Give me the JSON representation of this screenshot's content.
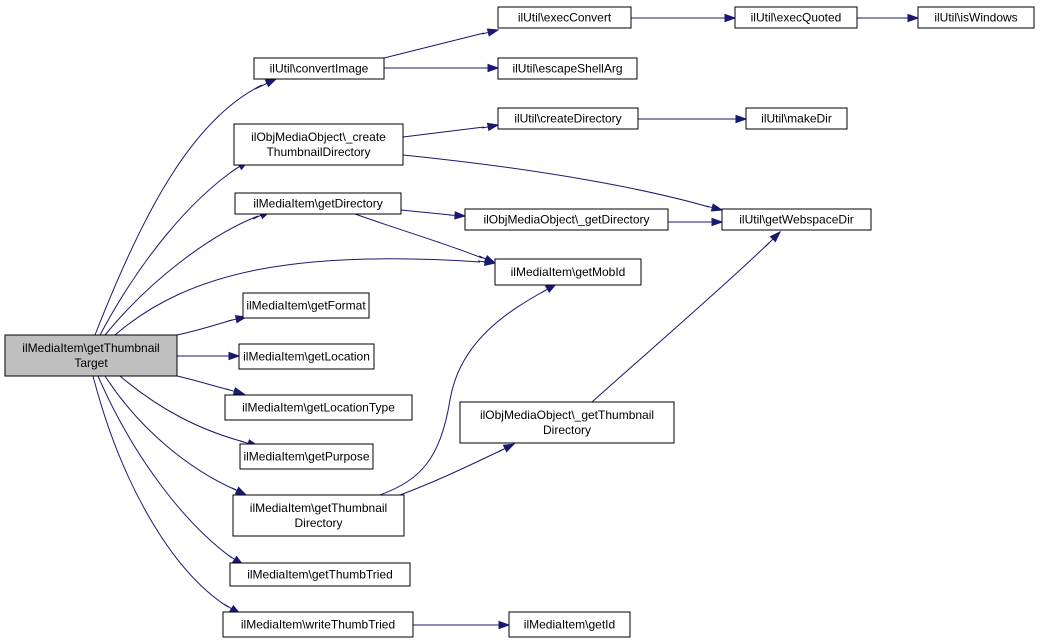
{
  "colors": {
    "edge": "#191970",
    "root_fill": "#bfbfbf",
    "node_fill": "#ffffff",
    "border": "#000000"
  },
  "nodes": {
    "root": [
      "ilMediaItem\\getThumbnail",
      "Target"
    ],
    "convertImage": [
      "ilUtil\\convertImage"
    ],
    "execConvert": [
      "ilUtil\\execConvert"
    ],
    "execQuoted": [
      "ilUtil\\execQuoted"
    ],
    "isWindows": [
      "ilUtil\\isWindows"
    ],
    "escapeShellArg": [
      "ilUtil\\escapeShellArg"
    ],
    "createThumbDir": [
      "ilObjMediaObject\\_create",
      "ThumbnailDirectory"
    ],
    "createDirectory": [
      "ilUtil\\createDirectory"
    ],
    "makeDir": [
      "ilUtil\\makeDir"
    ],
    "getDirectory": [
      "ilMediaItem\\getDirectory"
    ],
    "objGetDirectory": [
      "ilObjMediaObject\\_getDirectory"
    ],
    "getWebspaceDir": [
      "ilUtil\\getWebspaceDir"
    ],
    "getMobId": [
      "ilMediaItem\\getMobId"
    ],
    "getFormat": [
      "ilMediaItem\\getFormat"
    ],
    "getLocation": [
      "ilMediaItem\\getLocation"
    ],
    "getLocationType": [
      "ilMediaItem\\getLocationType"
    ],
    "objGetThumbDir": [
      "ilObjMediaObject\\_getThumbnail",
      "Directory"
    ],
    "getPurpose": [
      "ilMediaItem\\getPurpose"
    ],
    "getThumbDir": [
      "ilMediaItem\\getThumbnail",
      "Directory"
    ],
    "getThumbTried": [
      "ilMediaItem\\getThumbTried"
    ],
    "writeThumbTried": [
      "ilMediaItem\\writeThumbTried"
    ],
    "getId": [
      "ilMediaItem\\getId"
    ]
  },
  "edges": [
    [
      "root",
      "convertImage"
    ],
    [
      "root",
      "createThumbDir"
    ],
    [
      "root",
      "getDirectory"
    ],
    [
      "root",
      "getMobId"
    ],
    [
      "root",
      "getFormat"
    ],
    [
      "root",
      "getLocation"
    ],
    [
      "root",
      "getLocationType"
    ],
    [
      "root",
      "getPurpose"
    ],
    [
      "root",
      "getThumbDir"
    ],
    [
      "root",
      "getThumbTried"
    ],
    [
      "root",
      "writeThumbTried"
    ],
    [
      "convertImage",
      "execConvert"
    ],
    [
      "convertImage",
      "escapeShellArg"
    ],
    [
      "execConvert",
      "execQuoted"
    ],
    [
      "execQuoted",
      "isWindows"
    ],
    [
      "createThumbDir",
      "createDirectory"
    ],
    [
      "createThumbDir",
      "getWebspaceDir"
    ],
    [
      "createDirectory",
      "makeDir"
    ],
    [
      "getDirectory",
      "objGetDirectory"
    ],
    [
      "getDirectory",
      "getMobId"
    ],
    [
      "objGetDirectory",
      "getWebspaceDir"
    ],
    [
      "getThumbDir",
      "getMobId"
    ],
    [
      "getThumbDir",
      "objGetThumbDir"
    ],
    [
      "objGetThumbDir",
      "getWebspaceDir"
    ],
    [
      "writeThumbTried",
      "getId"
    ]
  ]
}
